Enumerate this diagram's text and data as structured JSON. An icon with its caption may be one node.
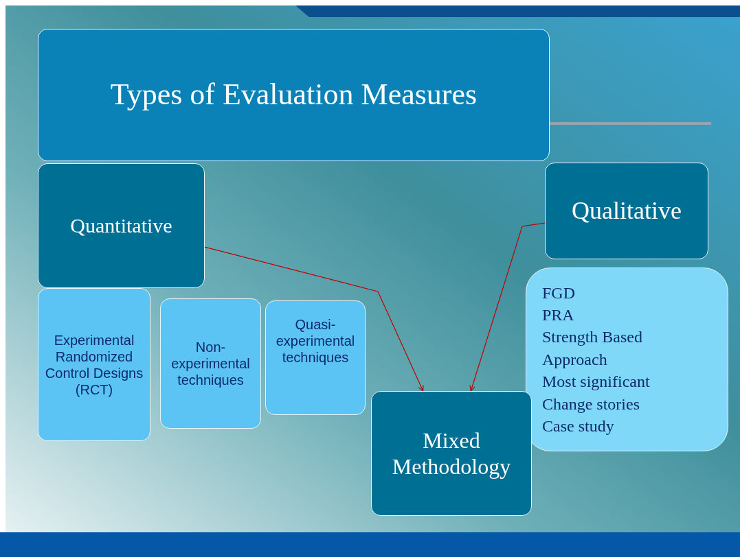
{
  "diagram": {
    "nodes": [
      {
        "text": [
          "Types of Evaluation Measures"
        ]
      },
      {
        "text": [
          "Quantitative"
        ]
      },
      {
        "text": [
          "Experimental Randomized Control Designs (RCT)"
        ]
      },
      {
        "text": [
          "Non-experimental techniques"
        ]
      },
      {
        "text": [
          "Quasi-experimental techniques"
        ]
      },
      {
        "text": [
          "Qualitative"
        ]
      },
      {
        "text": [
          "FGD",
          "PRA",
          "Strength Based Approach",
          "Most significant Change stories",
          "Case study"
        ]
      },
      {
        "text": [
          "Mixed Methodology"
        ]
      }
    ],
    "edges": [
      {
        "from": 1,
        "to": 7,
        "arrow": "to"
      },
      {
        "from": 5,
        "to": 7,
        "arrow": "to"
      }
    ]
  }
}
